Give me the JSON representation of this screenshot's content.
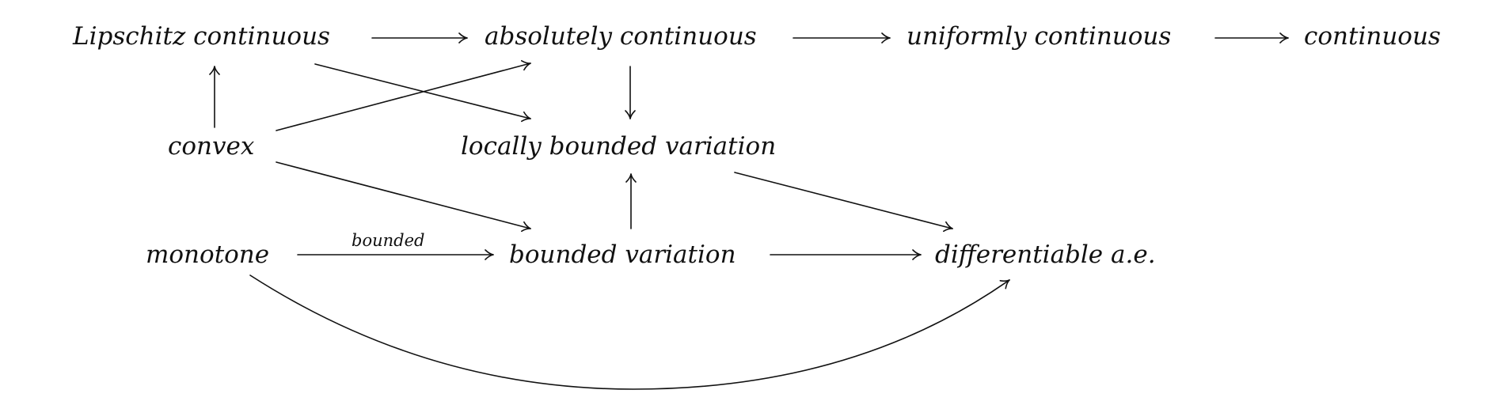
{
  "nodes": {
    "lipschitz": "Lipschitz continuous",
    "absolutely": "absolutely continuous",
    "uniformly": "uniformly continuous",
    "continuous": "continuous",
    "convex": "convex",
    "locally_bv": "locally bounded variation",
    "monotone": "monotone",
    "bv": "bounded variation",
    "differentiable": "differentiable a.e."
  },
  "edge_labels": {
    "monotone_to_bv": "bounded"
  }
}
